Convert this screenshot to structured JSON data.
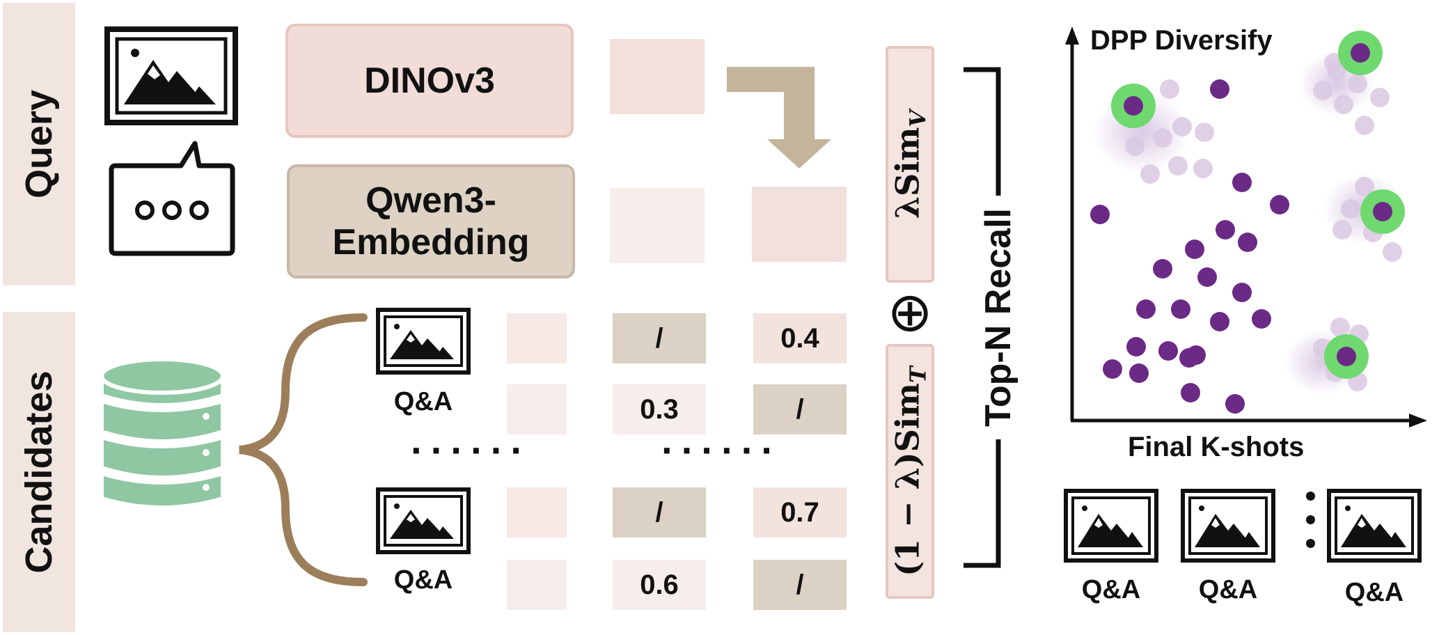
{
  "labels": {
    "query": "Query",
    "candidates": "Candidates"
  },
  "encoders": {
    "vision": "DINOv3",
    "text_line1": "Qwen3-",
    "text_line2": "Embedding"
  },
  "candidates": {
    "rows": [
      {
        "qa": "Q&A",
        "vision_score": "/",
        "text_score": "0.4"
      },
      {
        "qa": "",
        "vision_score": "0.3",
        "text_score": "/"
      },
      {
        "qa": "",
        "vision_score": "/",
        "text_score": "0.7"
      },
      {
        "qa": "Q&A",
        "vision_score": "0.6",
        "text_score": "/"
      }
    ],
    "ellipsis": "······"
  },
  "similarity": {
    "visual_lambda": "λSim",
    "visual_sub": "V",
    "text_lambda": "(1 − λ)Sim",
    "text_sub": "T",
    "combine_symbol": "⊕"
  },
  "recall": {
    "label": "Top-N Recall"
  },
  "dpp": {
    "title": "DPP Diversify",
    "xlabel": "Final K-shots"
  },
  "final_shots": [
    "Q&A",
    "Q&A",
    "Q&A"
  ],
  "colors": {
    "point_purple": "#6b2a86",
    "halo_green": "#6fd86f",
    "faded_purple": "#d9c8e2",
    "arrow_tan": "#c3b49a",
    "brace_brown": "#9c7f5a",
    "db_green": "#8fc7a3"
  }
}
